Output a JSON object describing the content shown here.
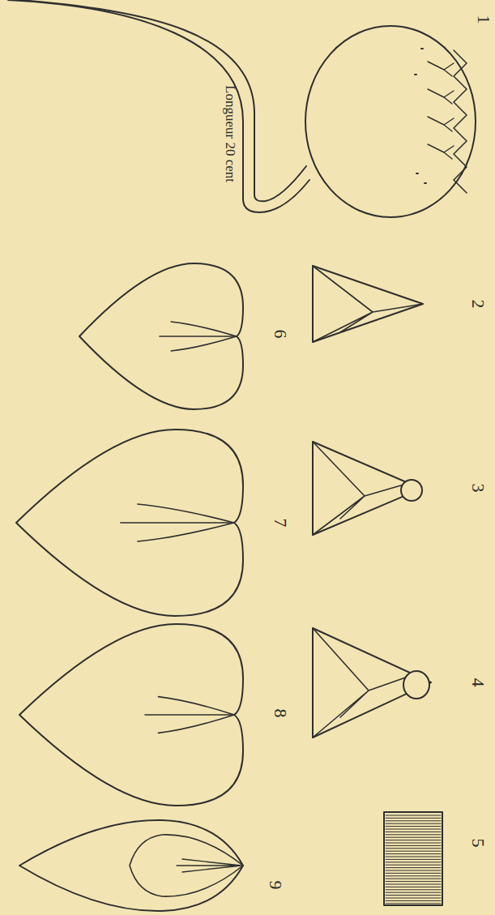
{
  "diagram": {
    "labels": [
      "Longueur 20 cent",
      "1",
      "2",
      "3",
      "4",
      "5",
      "6",
      "7",
      "8",
      "9"
    ]
  }
}
